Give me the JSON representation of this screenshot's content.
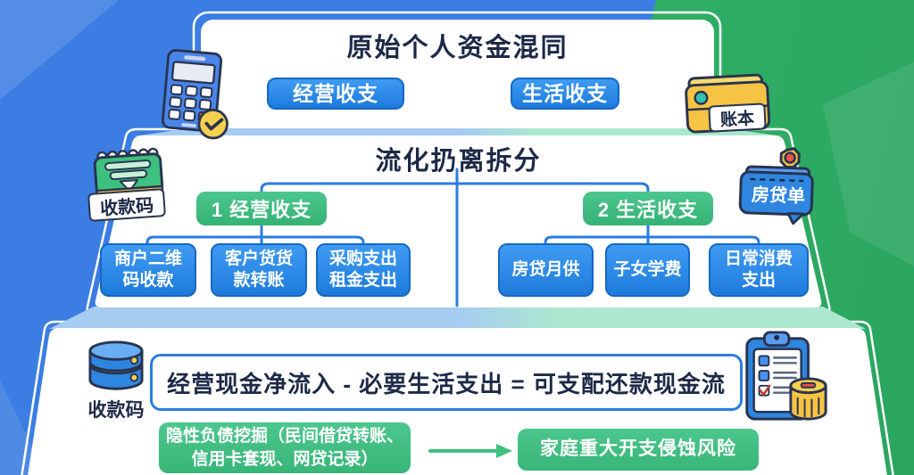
{
  "colors": {
    "bg_blue": "#3b7de2",
    "bg_green": "#2fae65",
    "box_blue": "#2e86e0",
    "box_green": "#3ec07f",
    "connector_blue": "#2b7de0",
    "text_dark": "#1d2947",
    "accent_yellow": "#f6c344",
    "accent_red": "#e8524a"
  },
  "tier1": {
    "title": "原始个人资金混同",
    "pill1": "经营收支",
    "pill2": "生活收支"
  },
  "tier2": {
    "title": "流化扔离拆分",
    "badge1": "1 经营收支",
    "badge2": "2 生活收支",
    "boxes1": [
      "商户二维\n码收款",
      "客户货货\n款转账",
      "采购支出\n租金支出"
    ],
    "boxes2": [
      "房贷月供",
      "子女学费",
      "日常消费\n支出"
    ]
  },
  "tier3": {
    "formula": "经营现金净流入 - 必要生活支出 = 可支配还款现金流",
    "risk_source": "隐性负债挖掘（民间借贷转账、\n信用卡套现、网贷记录）",
    "risk_result": "家庭重大开支侵蚀风险"
  },
  "icons": {
    "ledger_label": "账本",
    "pos_label": "收款码",
    "loan_label": "房贷单",
    "database_label": "收款码"
  }
}
